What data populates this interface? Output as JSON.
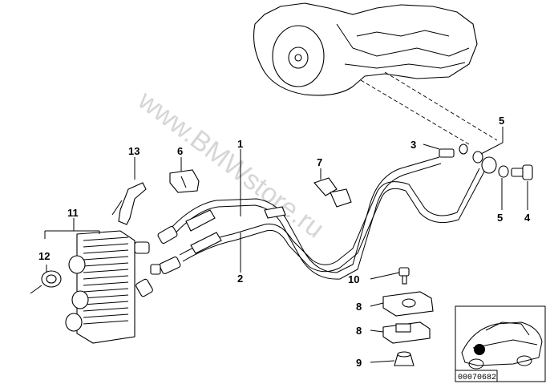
{
  "callouts": {
    "c1": "1",
    "c2": "2",
    "c3": "3",
    "c4": "4",
    "c5a": "5",
    "c5b": "5",
    "c6": "6",
    "c7": "7",
    "c8a": "8",
    "c8b": "8",
    "c9": "9",
    "c10": "10",
    "c11": "11",
    "c12": "12",
    "c13": "13"
  },
  "watermark": "www.BMWstore.ru",
  "reference_code": "00070682"
}
